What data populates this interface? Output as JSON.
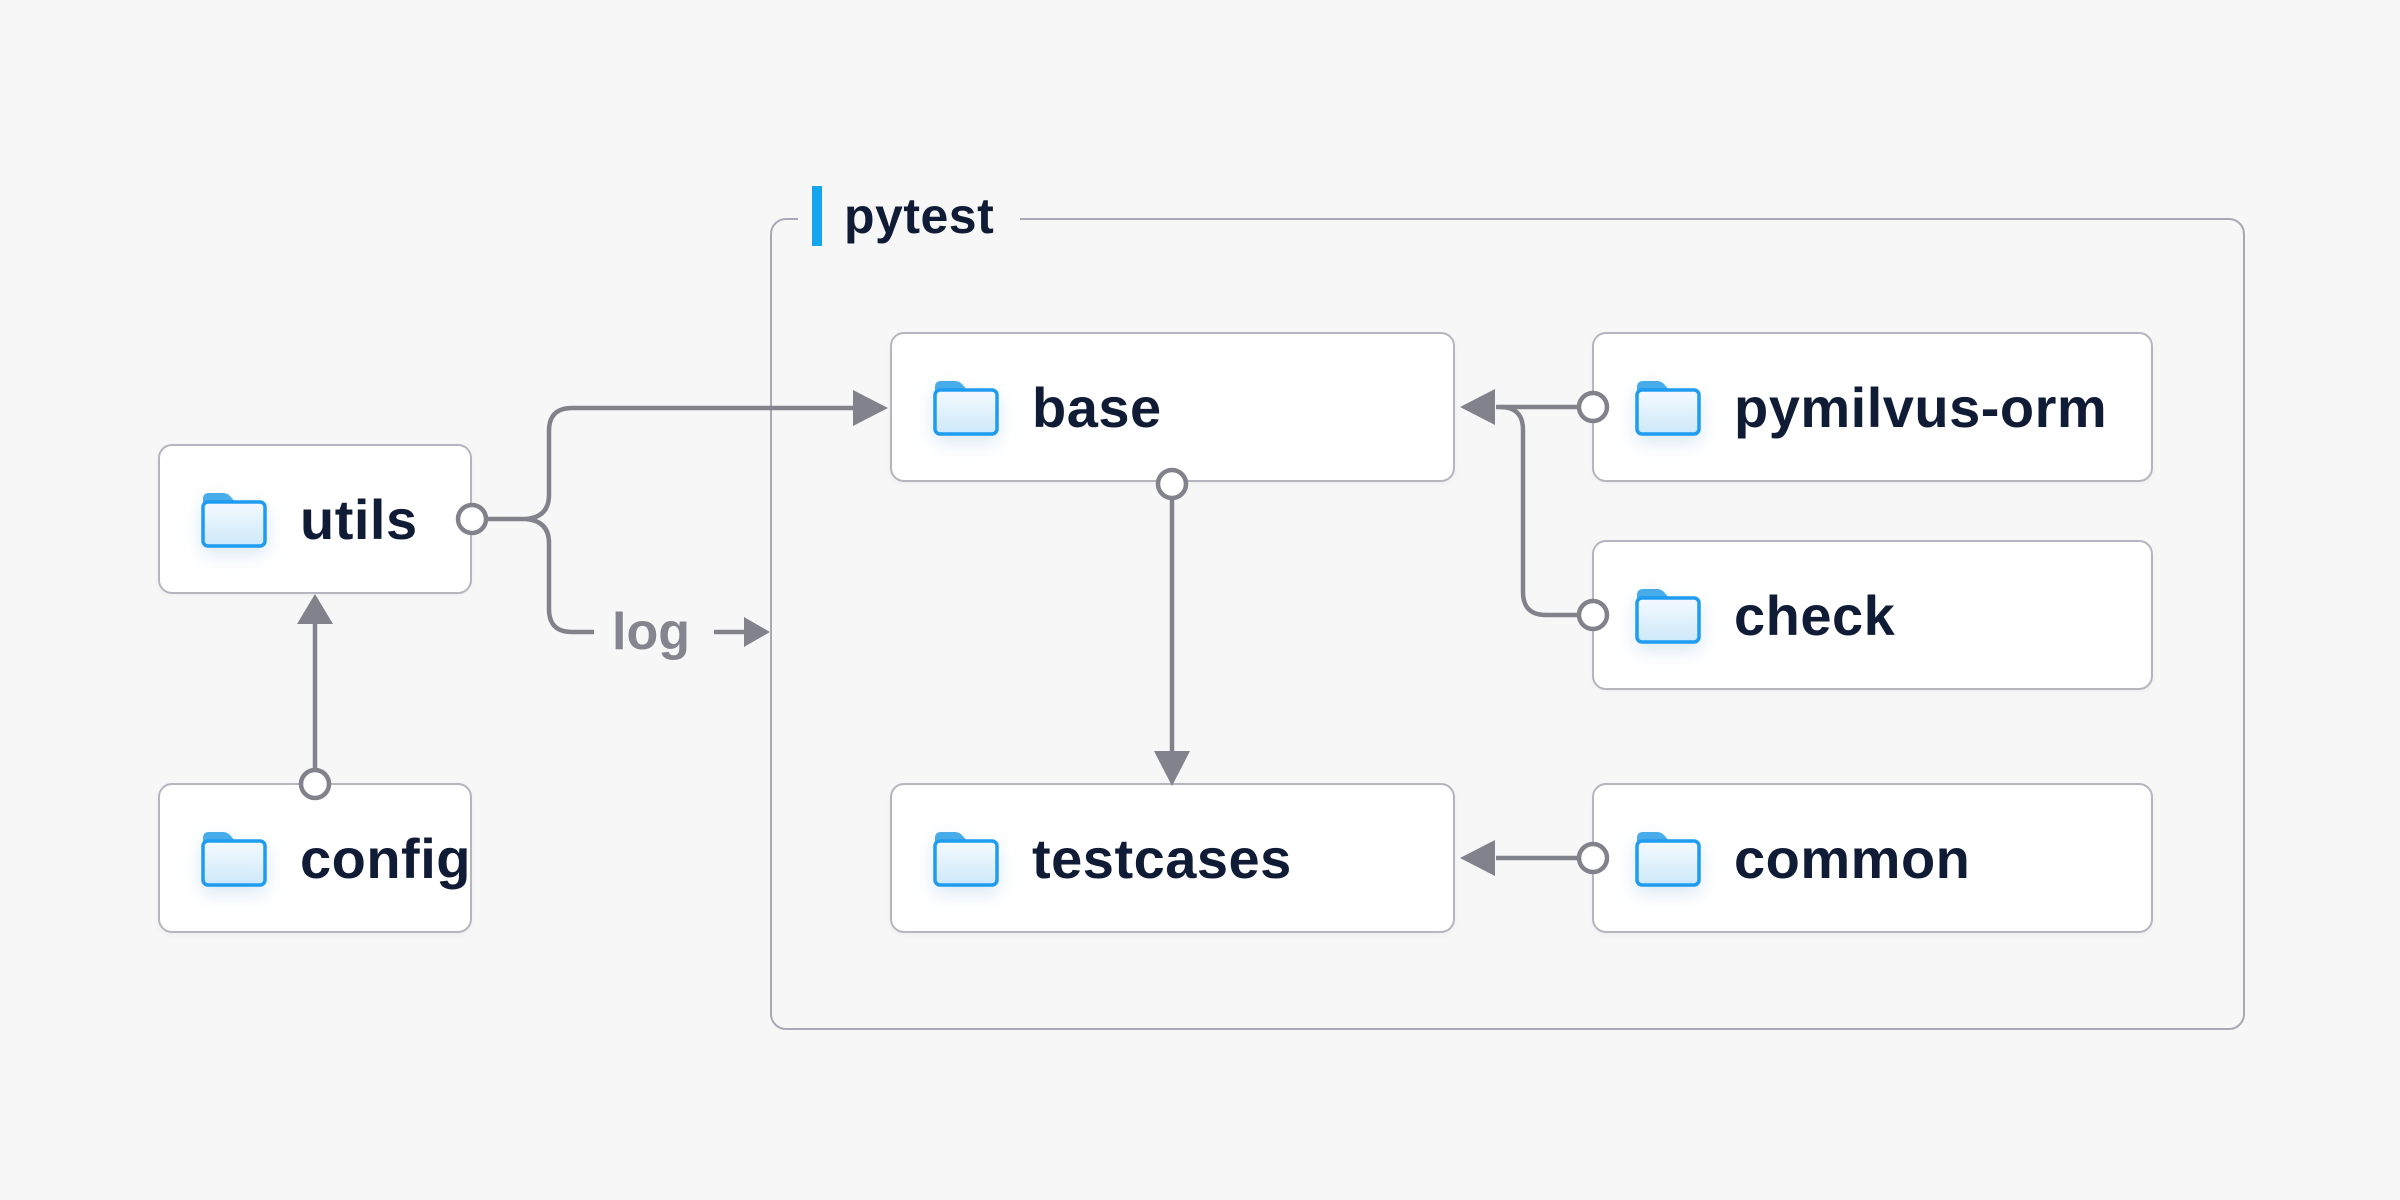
{
  "diagram": {
    "container": {
      "label": "pytest"
    },
    "nodes": {
      "utils": {
        "label": "utils"
      },
      "config": {
        "label": "config"
      },
      "base": {
        "label": "base"
      },
      "pymilvus_orm": {
        "label": "pymilvus-orm"
      },
      "check": {
        "label": "check"
      },
      "testcases": {
        "label": "testcases"
      },
      "common": {
        "label": "common"
      }
    },
    "edges": [
      {
        "from": "config",
        "to": "utils",
        "label": ""
      },
      {
        "from": "utils",
        "to": "base",
        "label": ""
      },
      {
        "from": "utils",
        "to": "pytest",
        "label": "log"
      },
      {
        "from": "pymilvus-orm",
        "to": "base",
        "label": ""
      },
      {
        "from": "check",
        "to": "base",
        "label": ""
      },
      {
        "from": "base",
        "to": "testcases",
        "label": ""
      },
      {
        "from": "common",
        "to": "testcases",
        "label": ""
      }
    ],
    "colors": {
      "background": "#f7f7f8",
      "node_background": "#ffffff",
      "node_border": "#b5b5c0",
      "container_border": "#a9a9b6",
      "connector": "#82828c",
      "label_text": "#101c36",
      "edge_label_text": "#85858f",
      "accent_bar": "#14a5ee",
      "folder_stroke": "#1f9cf0",
      "folder_tab": "#49acea",
      "folder_fill_light": "#f4fafe",
      "folder_fill_dark": "#cde8f9"
    },
    "icons": {
      "node_icon": "folder-icon"
    }
  }
}
